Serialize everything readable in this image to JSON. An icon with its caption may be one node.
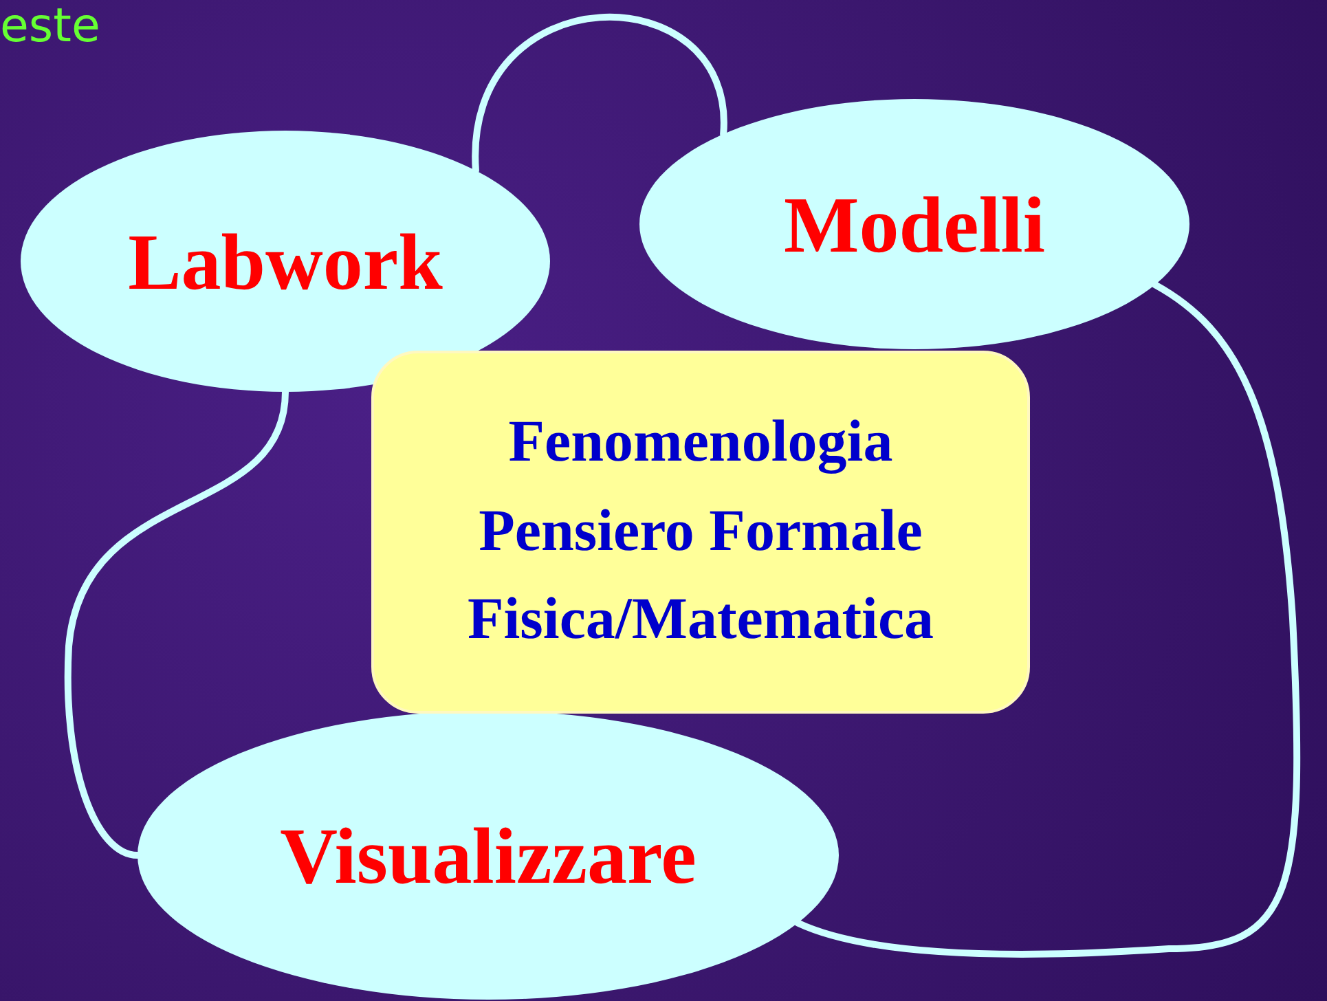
{
  "diagram": {
    "nodes": [
      {
        "text": [
          "Labwork"
        ]
      },
      {
        "text": [
          "Modelli"
        ]
      },
      {
        "text": [
          "Fenomenologia",
          "Pensiero Formale",
          "Fisica/Matematica"
        ]
      },
      {
        "text": [
          "Visualizzare"
        ]
      }
    ],
    "edges": [
      {
        "from": 0,
        "to": 1,
        "arrow": "none"
      },
      {
        "from": 0,
        "to": 3,
        "arrow": "none"
      },
      {
        "from": 1,
        "to": 3,
        "arrow": "none"
      }
    ],
    "labels": [
      "este"
    ]
  }
}
